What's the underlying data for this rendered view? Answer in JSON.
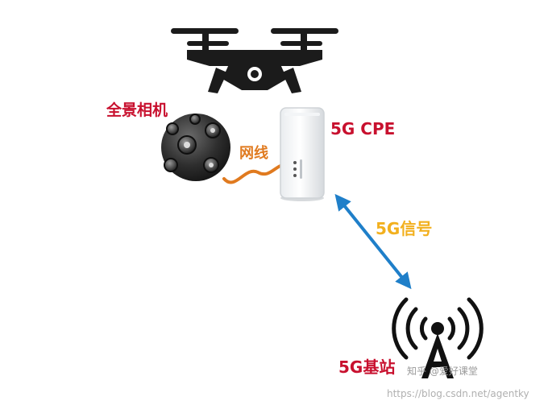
{
  "labels": {
    "camera": "全景相机",
    "cpe": "5G CPE",
    "cable": "网线",
    "signal": "5G信号",
    "base_station": "5G基站"
  },
  "watermark": {
    "zhihu": "知乎 @爱好课堂",
    "url": "https://blog.csdn.net/agentky"
  },
  "icons": [
    "drone-icon",
    "panoramic-camera-icon",
    "cpe-router-icon",
    "cell-tower-icon"
  ],
  "colors": {
    "label_red": "#c8102e",
    "cable_orange": "#e07a1f",
    "signal_yellow": "#f2b01e",
    "arrow_blue": "#1f7fc9"
  }
}
